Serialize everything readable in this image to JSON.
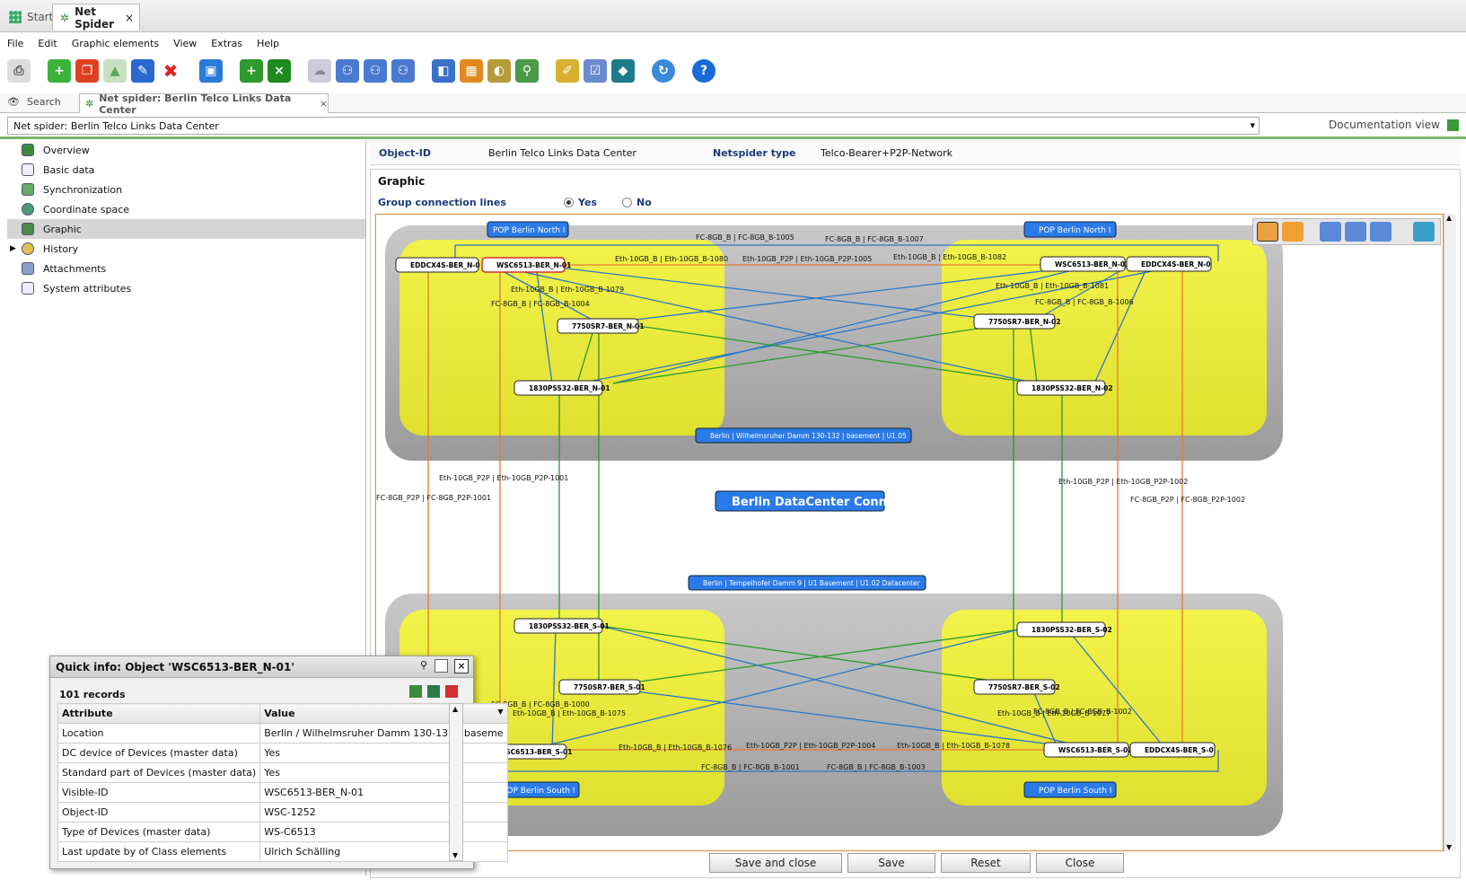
{
  "window_tabs": [
    {
      "label": "Start"
    },
    {
      "label": "Net Spider"
    }
  ],
  "menu": [
    "File",
    "Edit",
    "Graphic elements",
    "View",
    "Extras",
    "Help"
  ],
  "subtabs": {
    "search": "Search",
    "doc_tab": "Net spider: Berlin Telco Links Data Center"
  },
  "path_value": "Net spider: Berlin Telco Links Data Center",
  "doc_view": "Documentation view",
  "nav": [
    "Overview",
    "Basic data",
    "Synchronization",
    "Coordinate space",
    "Graphic",
    "History",
    "Attachments",
    "System attributes"
  ],
  "info": {
    "object_id_label": "Object-ID",
    "object_id": "Berlin Telco Links Data Center",
    "type_label": "Netspider type",
    "type": "Telco-Bearer+P2P-Network"
  },
  "graphic": {
    "section": "Graphic",
    "group_label": "Group connection lines",
    "yes": "Yes",
    "no": "No",
    "selected": "Yes"
  },
  "diagram": {
    "pop_n1": "POP Berlin North I",
    "pop_n2": "POP Berlin North I",
    "pop_s1": "POP Berlin South I",
    "pop_s2": "POP Berlin South I",
    "loc_north": "Berlin | Wilhelmsruher Damm 130-132 | basement | U1.05",
    "loc_south": "Berlin | Tempelhofer Damm 9 | U1 Basement | U1.02 Datacenter",
    "center": "Berlin DataCenter Conne",
    "nodes": {
      "n_edd1": "EDDCX4S-BER_N-0",
      "n_wsc1": "WSC6513-BER_N-01",
      "n_750": "7750SR7-BER_N-01",
      "n_183": "1830PSS32-BER_N-01",
      "n2_wsc": "WSC6513-BER_N-02",
      "n2_edd": "EDDCX4S-BER_N-0",
      "n2_750": "7750SR7-BER_N-02",
      "n2_183": "1830PSS32-BER_N-02",
      "s_183": "1830PSS32-BER_S-01",
      "s_750": "7750SR7-BER_S-01",
      "s_edd": "R_S-01",
      "s_wsc": "WSC6513-BER_S-01",
      "s2_183": "1830PSS32-BER_S-02",
      "s2_750": "7750SR7-BER_S-02",
      "s2_wsc": "WSC6513-BER_S-02",
      "s2_edd": "EDDCX4S-BER_S-0"
    },
    "labels": {
      "l1": "FC-8GB_B | FC-8GB_B-1005",
      "l2": "FC-8GB_B | FC-8GB_B-1007",
      "l3": "Eth-10GB_B | Eth-10GB_B-1080",
      "l4": "Eth-10GB_P2P | Eth-10GB_P2P-1005",
      "l5": "Eth-10GB_B | Eth-10GB_B-1082",
      "l6": "Eth-10GB_B | Eth-10GB_B-1079",
      "l7": "FC-8GB_B | FC-8GB_B-1004",
      "l8": "Eth-10GB_B | Eth-10GB_B-1081",
      "l9": "FC-8GB_B | FC-8GB_B-1006",
      "l10": "Eth-10GB_P2P | Eth-10GB_P2P-1001",
      "l11": "FC-8GB_P2P | FC-8GB_P2P-1001",
      "l12": "Eth-10GB_P2P | Eth-10GB_P2P-1002",
      "l13": "FC-8GB_P2P | FC-8GB_P2P-1002",
      "l14": "FC-8GB_B | FC-8GB_B-1000",
      "l15": "Eth-10GB_B | Eth-10GB_B-1075",
      "l16": "Eth-10GB_B | Eth-10GB_B-1076",
      "l17": "Eth-10GB_P2P | Eth-10GB_P2P-1004",
      "l18": "Eth-10GB_B | Eth-10GB_B-1078",
      "l19": "FC-8GB_B | FC-8GB_B-1001",
      "l20": "FC-8GB_B | FC-8GB_B-1003",
      "l21": "Eth-10GB_B | Eth-10GB_B-1077",
      "l22": "FC-8GB_B | FC-8GB_B-1002"
    }
  },
  "buttons": {
    "save_close": "Save and close",
    "save": "Save",
    "reset": "Reset",
    "close": "Close"
  },
  "quick": {
    "title": "Quick info: Object 'WSC6513-BER_N-01'",
    "records": "101 records",
    "col_attr": "Attribute",
    "col_val": "Value",
    "rows": [
      [
        "Location",
        "Berlin / Wilhelmsruher Damm 130-132 / baseme"
      ],
      [
        "DC device of Devices (master data)",
        "Yes"
      ],
      [
        "Standard part of Devices (master data)",
        "Yes"
      ],
      [
        "Visible-ID",
        "WSC6513-BER_N-01"
      ],
      [
        "Object-ID",
        "WSC-1252"
      ],
      [
        "Type of Devices (master data)",
        "WS-C6513"
      ],
      [
        "Last update by of Class elements",
        "Ulrich Schälling"
      ]
    ]
  }
}
